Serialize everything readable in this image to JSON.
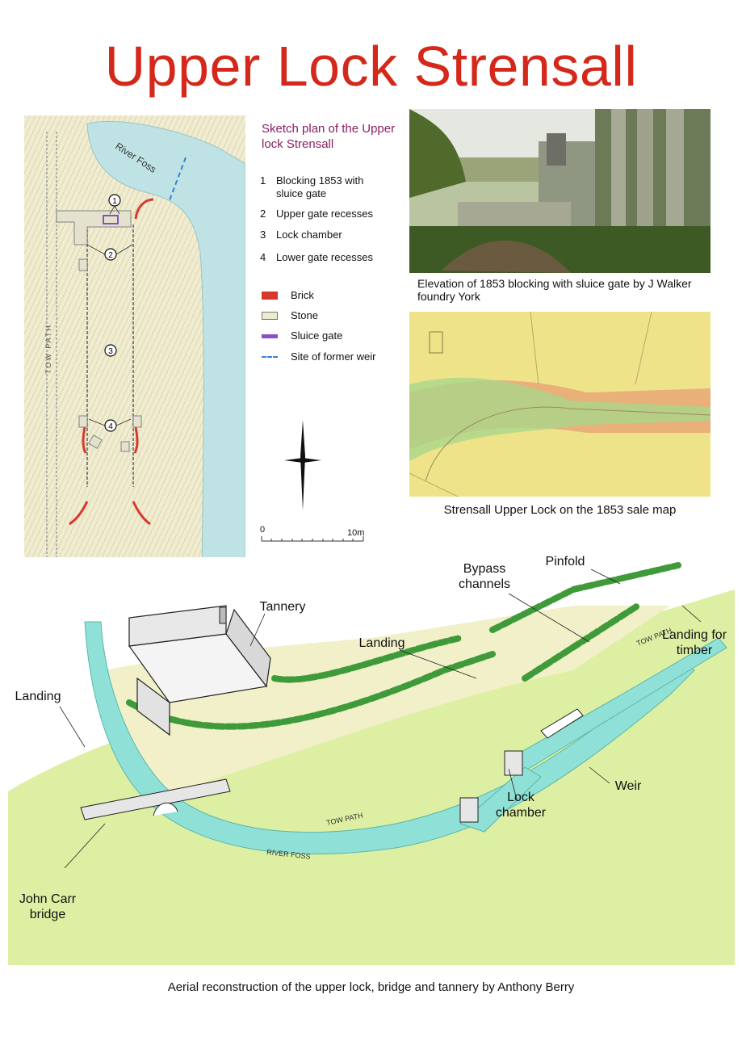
{
  "title": "Upper Lock Strensall",
  "sketch_plan": {
    "heading": "Sketch plan of the Upper lock Strensall",
    "river_label": "River Foss",
    "tow_path_label": "TOW PATH",
    "markers": [
      "1",
      "2",
      "3",
      "4"
    ],
    "numbered_items": [
      {
        "num": "1",
        "text": "Blocking 1853 with sluice gate"
      },
      {
        "num": "2",
        "text": "Upper gate recesses"
      },
      {
        "num": "3",
        "text": "Lock chamber"
      },
      {
        "num": "4",
        "text": "Lower gate recesses"
      }
    ],
    "legend": [
      {
        "label": "Brick",
        "color": "#d8382c"
      },
      {
        "label": "Stone",
        "color": "#ecebd2"
      },
      {
        "label": "Sluice gate",
        "color": "#8a4fc7"
      },
      {
        "label": "Site of former weir",
        "color": "#3a7fd6"
      }
    ],
    "scale": {
      "start": "0",
      "end": "10m"
    }
  },
  "photo_caption": "Elevation of 1853 blocking with sluice gate by J Walker foundry York",
  "sale_map_caption": "Strensall Upper Lock on the 1853 sale map",
  "aerial": {
    "labels": {
      "tannery": "Tannery",
      "pinfold": "Pinfold",
      "bypass": "Bypass channels",
      "landing_top": "Landing",
      "landing_timber": "Landing for timber",
      "landing_left": "Landing",
      "weir": "Weir",
      "lock_chamber": "Lock chamber",
      "john_carr": "John Carr bridge",
      "tow_path_a": "TOW PATH",
      "tow_path_b": "TOW PATH",
      "river_foss": "RIVER FOSS"
    },
    "caption": "Aerial reconstruction of the upper lock, bridge and tannery by Anthony Berry"
  },
  "colors": {
    "title": "#d4281a",
    "heading": "#8a1e63",
    "water": "#8fe0d6",
    "grass": "#d7ec9a"
  }
}
